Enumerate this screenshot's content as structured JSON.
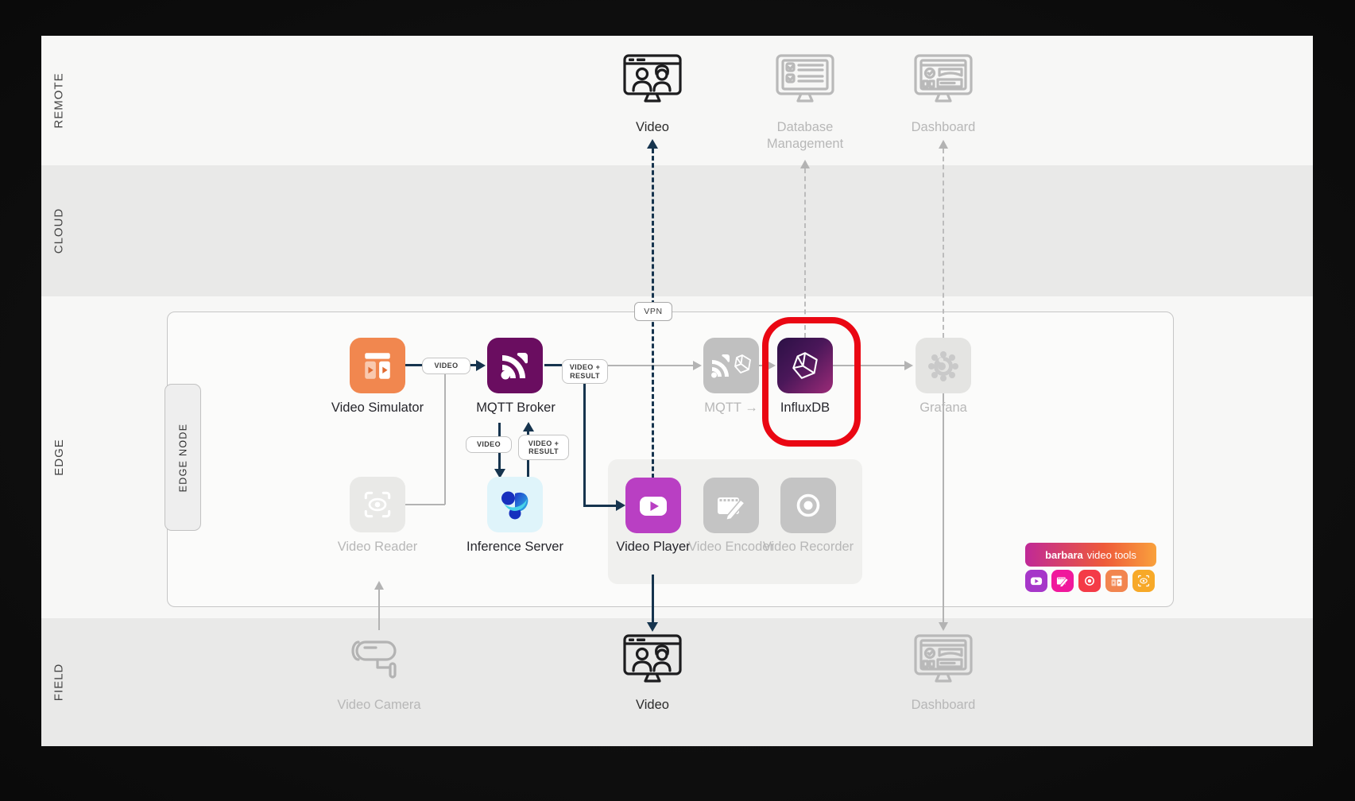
{
  "layers": {
    "remote": "REMOTE",
    "cloud": "CLOUD",
    "edge": "EDGE",
    "field": "FIELD"
  },
  "remote": {
    "video": {
      "label": "Video",
      "state": "active"
    },
    "database": {
      "label": "Database Management",
      "state": "inactive"
    },
    "dashboard": {
      "label": "Dashboard",
      "state": "inactive"
    }
  },
  "edge_node": {
    "tab_label": "EDGE NODE",
    "vpn_label": "VPN",
    "flow_labels": {
      "video": "VIDEO",
      "video_result": "VIDEO + RESULT"
    },
    "nodes": {
      "video_simulator": {
        "label": "Video Simulator",
        "color": "#F1874F",
        "state": "active"
      },
      "mqtt_broker": {
        "label": "MQTT Broker",
        "color": "#6A0D60",
        "state": "active"
      },
      "video_reader": {
        "label": "Video Reader",
        "color": "#e9e9e7",
        "state": "inactive"
      },
      "inference_server": {
        "label": "Inference Server",
        "color": "#DFF4FA",
        "state": "active"
      },
      "video_player": {
        "label": "Video Player",
        "color": "#B93FC3",
        "state": "active"
      },
      "video_encoder": {
        "label": "Video Encoder",
        "color": "#c4c4c4",
        "state": "inactive"
      },
      "video_recorder": {
        "label": "Video Recorder",
        "color": "#c4c4c4",
        "state": "inactive"
      },
      "mqtt": {
        "label": "MQTT →",
        "color": "#c0c0c0",
        "state": "inactive"
      },
      "influxdb": {
        "label": "InfluxDB",
        "color_gradient": [
          "#2B1045",
          "#9C2B78"
        ],
        "state": "active",
        "highlighted": true
      },
      "grafana": {
        "label": "Grafana",
        "color": "#e4e4e2",
        "state": "inactive"
      }
    },
    "highlight_color": "#EA0713"
  },
  "field": {
    "video_camera": {
      "label": "Video Camera",
      "state": "inactive"
    },
    "video": {
      "label": "Video",
      "state": "active"
    },
    "dashboard": {
      "label": "Dashboard",
      "state": "inactive"
    }
  },
  "branding": {
    "name": "barbara",
    "product": "video tools",
    "banner_gradient": [
      "#C02997",
      "#F9A13C"
    ],
    "tile_icons": [
      "video-player-icon",
      "video-encoder-icon",
      "video-recorder-icon",
      "video-simulator-icon",
      "video-reader-icon"
    ],
    "tile_colors": [
      "#A637C9",
      "#F0189C",
      "#F43B47",
      "#F2854F",
      "#F7A928"
    ]
  },
  "line_colors": {
    "active": "#16344E",
    "inactive": "#b3b3b3"
  }
}
